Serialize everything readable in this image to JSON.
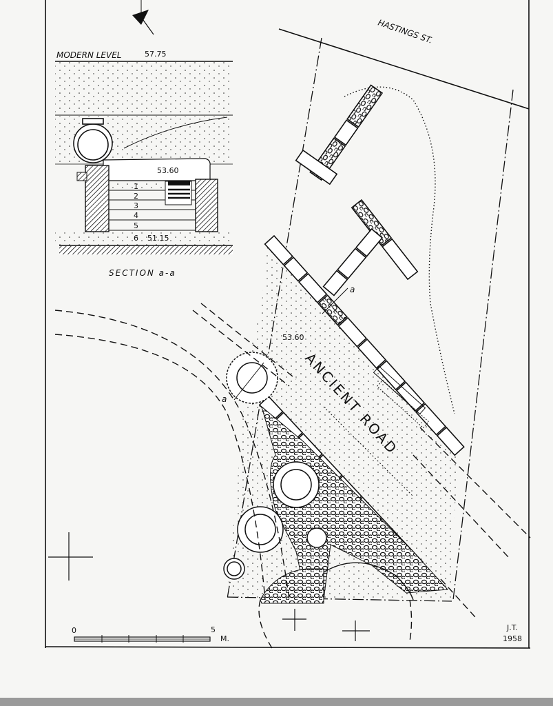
{
  "drawing": {
    "street_label": "HASTINGS ST.",
    "road_label": "ANCIENT ROAD",
    "plan_level": "53.60",
    "section_marker_top": "a",
    "section_marker_left": "a",
    "signature": "J.T.",
    "year": "1958"
  },
  "section": {
    "modern_level_label": "MODERN LEVEL",
    "modern_level_value": "57.75",
    "upper_level": "53.60",
    "bottom_level": "51.15",
    "layers": [
      "1",
      "2",
      "3",
      "4",
      "5",
      "6"
    ],
    "title": "SECTION a-a"
  },
  "scale_bar": {
    "start": "0",
    "end": "5",
    "unit": "M."
  },
  "colors": {
    "ink": "#111111",
    "paper": "#f6f6f4"
  }
}
